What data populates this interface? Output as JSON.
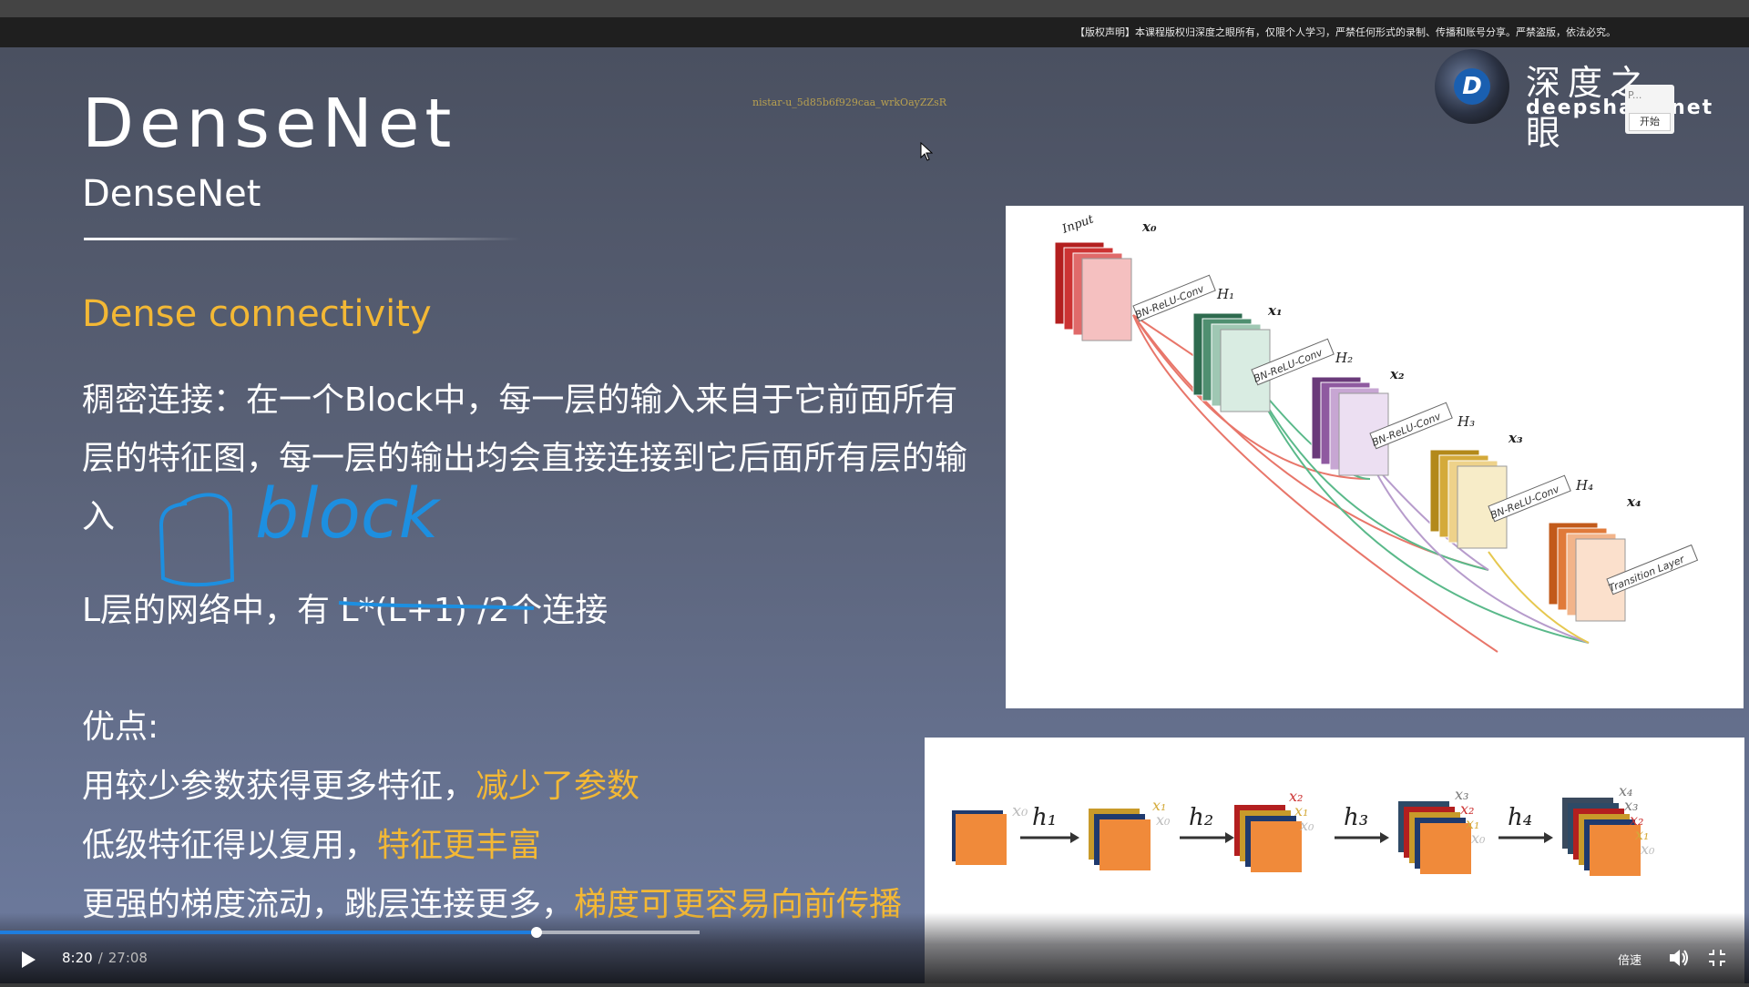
{
  "notice_bar": {
    "text": "【版权声明】本课程版权归深度之眼所有，仅限个人学习，严禁任何形式的录制、传播和账号分享。严禁盗版，依法必究。"
  },
  "watermark": {
    "user_id": "nistar-u_5d85b6f929caa_wrkOayZZsR"
  },
  "logo": {
    "cn": "深度之眼",
    "en": "deepshare.net",
    "mark": "D"
  },
  "mini_widget": {
    "label": "P...",
    "button": "开始"
  },
  "slide": {
    "title": "DenseNet",
    "subtitle": "DenseNet",
    "section_title": "Dense connectivity",
    "para1": "稠密连接：在一个Block中，每一层的输入来自于它前面所有层的特征图，每一层的输出均会直接连接到它后面所有层的输入",
    "para2": "L层的网络中，有 L*(L+1) /2个连接",
    "annotation_handwritten": "block",
    "advantages_title": "优点:",
    "advantages": [
      {
        "text": "用较少参数获得更多特征，",
        "highlight": "减少了参数"
      },
      {
        "text": "低级特征得以复用，",
        "highlight": "特征更丰富"
      },
      {
        "text": "更强的梯度流动，跳层连接更多，",
        "highlight": "梯度可更容易向前传播"
      }
    ]
  },
  "diagram": {
    "input_label": "Input",
    "stages": [
      {
        "x": "x₀",
        "h": ""
      },
      {
        "x": "x₁",
        "h": "H₁"
      },
      {
        "x": "x₂",
        "h": "H₂"
      },
      {
        "x": "x₃",
        "h": "H₃"
      },
      {
        "x": "x₄",
        "h": "H₄"
      }
    ],
    "conv_label": "BN-ReLU-Conv",
    "transition_label": "Transition Layer"
  },
  "diagram2": {
    "steps": [
      {
        "arrow": "h₁",
        "stack": [
          "x₁",
          "x₀"
        ]
      },
      {
        "arrow": "h₂",
        "stack": [
          "x₂",
          "x₁",
          "x₀"
        ]
      },
      {
        "arrow": "h₃",
        "stack": [
          "x₃",
          "x₂",
          "x₁",
          "x₀"
        ]
      },
      {
        "arrow": "h₄",
        "stack": [
          "x₄",
          "x₃",
          "x₂",
          "x₁",
          "x₀"
        ]
      }
    ],
    "first_label": "x₀"
  },
  "player": {
    "current_time": "8:20",
    "separator": "/",
    "duration": "27:08",
    "played_fraction": 0.307,
    "buffered_fraction": 0.4,
    "speed_label": "倍速"
  },
  "colors": {
    "accent": "#f3b835",
    "progress": "#1e7dde",
    "annotation": "#1d8fe0"
  }
}
